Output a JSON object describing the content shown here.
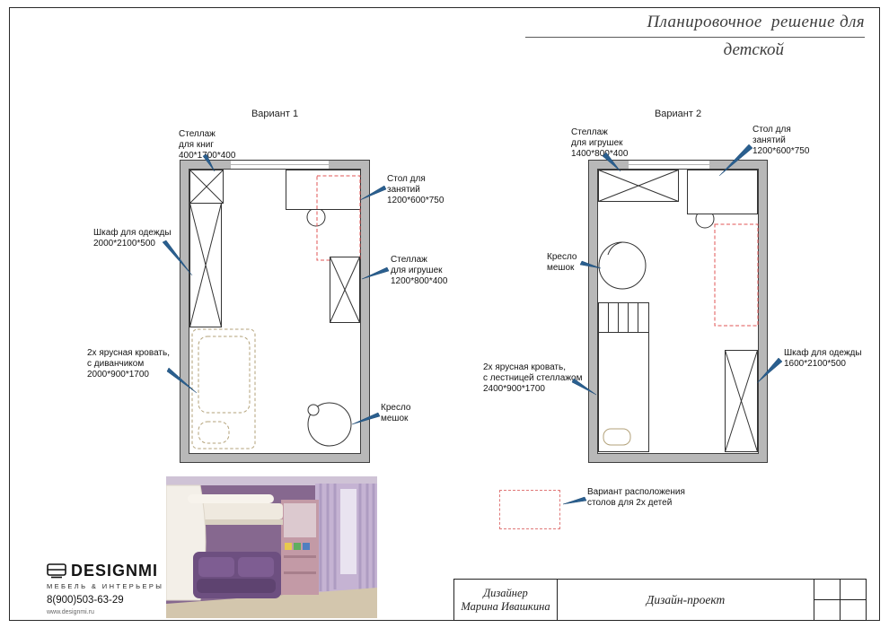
{
  "header": {
    "title_line1": "Планировочное  решение для",
    "title_line2": "детской"
  },
  "variant1": {
    "label": "Вариант 1",
    "callouts": {
      "bookshelf": [
        "Стеллаж",
        "для книг",
        "400*1700*400"
      ],
      "desk": [
        "Стол для",
        "занятий",
        "1200*600*750"
      ],
      "wardrobe": [
        "Шкаф для одежды",
        "2000*2100*500"
      ],
      "toy_shelf": [
        "Стеллаж",
        "для игрушек",
        "1200*800*400"
      ],
      "bunk_bed": [
        "2х ярусная кровать,",
        "с диванчиком",
        "2000*900*1700"
      ],
      "bean_bag": [
        "Кресло",
        "мешок"
      ]
    }
  },
  "variant2": {
    "label": "Вариант 2",
    "callouts": {
      "toy_shelf": [
        "Стеллаж",
        "для игрушек",
        "1400*800*400"
      ],
      "desk": [
        "Стол для",
        "занятий",
        "1200*600*750"
      ],
      "bean_bag": [
        "Кресло",
        "мешок"
      ],
      "bunk_bed": [
        "2х ярусная кровать,",
        "с лестницей стеллажом",
        "2400*900*1700"
      ],
      "wardrobe": [
        "Шкаф для одежды",
        "1600*2100*500"
      ]
    }
  },
  "legend": {
    "label": [
      "Вариант расположения",
      "столов для 2х детей"
    ]
  },
  "brand": {
    "name": "DESIGNMI",
    "tagline": "МЕБЕЛЬ & ИНТЕРЬЕРЫ",
    "phone": "8(900)503-63-29",
    "website": "www.designmi.ru"
  },
  "title_block": {
    "designer_label": "Дизайнер",
    "designer_name": "Марина Ивашкина",
    "project_type": "Дизайн-проект"
  },
  "colors": {
    "wall_fill": "#b8b8b8",
    "alt_position_red": "#e05555",
    "legend_red": "#e07878",
    "arrow_blue": "#2a5f8f",
    "bed_outline_tan": "#b3a27a"
  }
}
